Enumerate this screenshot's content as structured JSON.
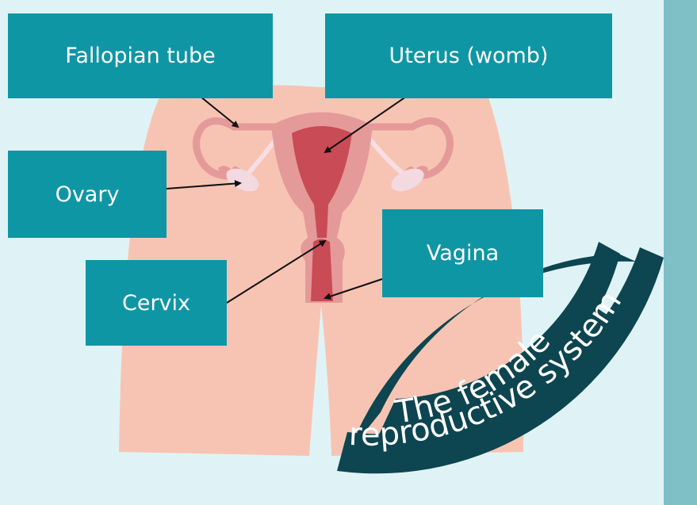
{
  "colors": {
    "background": "#dff3f7",
    "side_panel": "#7fbfc6",
    "label_box": "#0f96a4",
    "label_text": "#ffffff",
    "hips": "#f7c4b3",
    "uterus_outer": "#e59a9a",
    "uterus_inner": "#c94b55",
    "tube": "#e59a9a",
    "ovary": "#f3d9e0",
    "banner_dark": "#0d4550",
    "arrow": "#111111"
  },
  "labels": {
    "fallopian_tube": "Fallopian tube",
    "uterus": "Uterus (womb)",
    "ovary": "Ovary",
    "cervix": "Cervix",
    "vagina": "Vagina"
  },
  "banner": {
    "line1": "The female",
    "line2": "reproductive system"
  }
}
